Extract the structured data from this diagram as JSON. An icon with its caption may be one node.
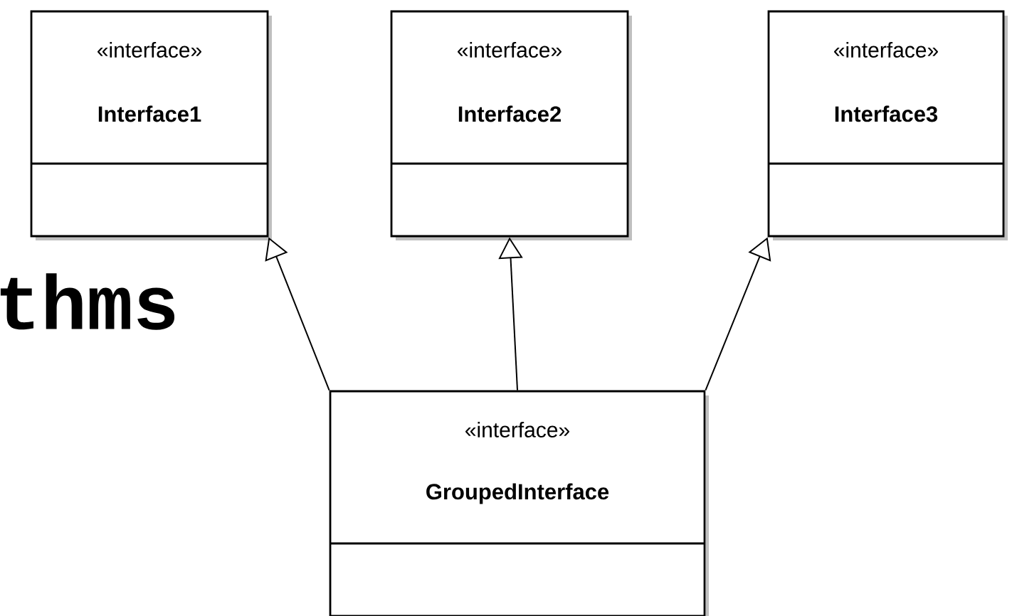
{
  "diagram": {
    "nodes": [
      {
        "text": [
          "«interface»",
          "Interface1"
        ]
      },
      {
        "text": [
          "«interface»",
          "Interface2"
        ]
      },
      {
        "text": [
          "«interface»",
          "Interface3"
        ]
      },
      {
        "text": [
          "«interface»",
          "GroupedInterface"
        ]
      }
    ],
    "edges": [
      {
        "from": 3,
        "to": 0,
        "arrow": "to"
      },
      {
        "from": 3,
        "to": 1,
        "arrow": "to"
      },
      {
        "from": 3,
        "to": 2,
        "arrow": "to"
      }
    ],
    "labels": [
      "thms"
    ]
  }
}
